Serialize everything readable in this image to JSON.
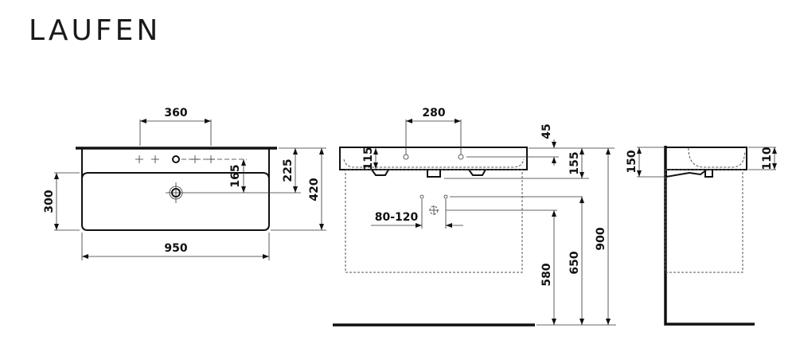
{
  "brand": {
    "logo_text": "LAUFEN"
  },
  "plan_view": {
    "dims": {
      "tap_spacing": "360",
      "width": "950",
      "depth": "420",
      "drain_from_back": "225",
      "drain_from_tap": "165",
      "bowl_depth": "300"
    }
  },
  "front_view": {
    "dims": {
      "tap_spacing": "280",
      "tap_offset": "45",
      "basin_height": "155",
      "bowl_height": "115",
      "trap_spacing": "80-120",
      "trap_height": "580",
      "supply_height": "650",
      "rim_height": "900"
    }
  },
  "side_view": {
    "dims": {
      "overall_height": "150",
      "bowl_height": "110"
    }
  }
}
